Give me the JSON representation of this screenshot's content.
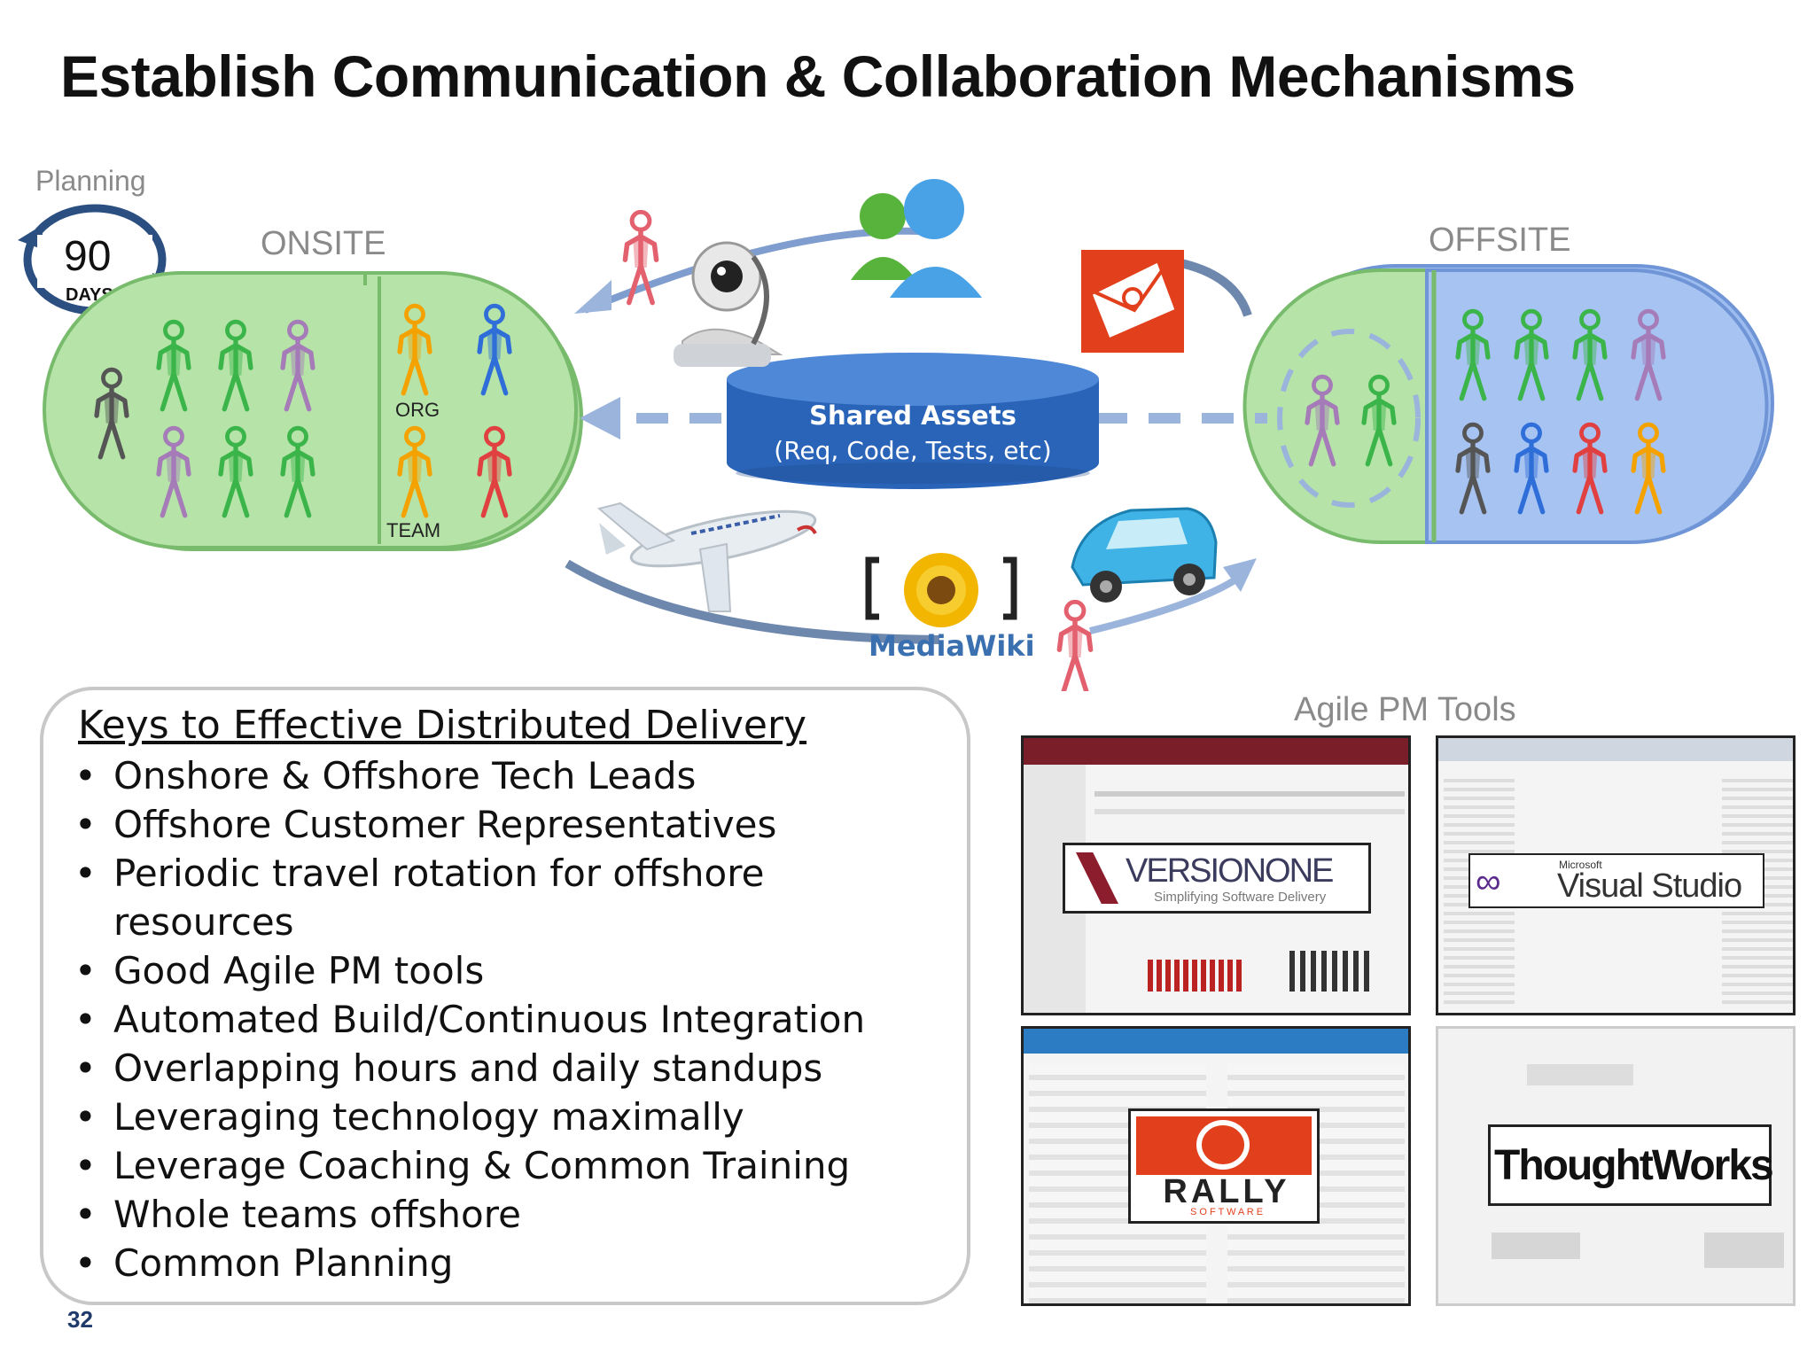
{
  "title": "Establish Communication & Collaboration Mechanisms",
  "planning": {
    "label": "Planning",
    "number": "90",
    "unit": "DAYS"
  },
  "onsite": {
    "label": "ONSITE",
    "org_label": "ORG",
    "team_label": "TEAM"
  },
  "offsite": {
    "label": "OFFSITE"
  },
  "shared_assets": {
    "line1": "Shared Assets",
    "line2": "(Req, Code, Tests, etc)"
  },
  "mediawiki": {
    "label": "MediaWiki"
  },
  "keys": {
    "heading": "Keys to Effective Distributed Delivery",
    "items": [
      "Onshore & Offshore Tech Leads",
      "Offshore Customer Representatives",
      "Periodic travel rotation for offshore resources",
      "Good Agile PM tools",
      "Automated Build/Continuous Integration",
      "Overlapping hours and daily standups",
      "Leveraging technology maximally",
      "Leverage Coaching & Common Training",
      "Whole teams offshore",
      "Common Planning"
    ]
  },
  "tools": {
    "label": "Agile PM Tools",
    "versionone": {
      "name": "VERSIONONE",
      "tagline": "Simplifying Software Delivery"
    },
    "visualstudio": {
      "brand": "Microsoft",
      "name": "Visual Studio"
    },
    "rally": {
      "name": "RALLY",
      "sub": "S O F T W A R E"
    },
    "thoughtworks": {
      "name": "ThoughtWorks"
    }
  },
  "slide_number": "32",
  "colors": {
    "green_person": "#3bb54a",
    "purple_person": "#a57bb8",
    "grey_person": "#666666",
    "orange_person": "#f4a200",
    "blue_person": "#2f6ed8",
    "red_person": "#e04040",
    "pink_person": "#e3616e",
    "green_pill": "#a9dc9b",
    "blue_pill": "#9dbcf0",
    "shared_assets": "#2a64b8",
    "arrow": "#9ab4dc"
  }
}
